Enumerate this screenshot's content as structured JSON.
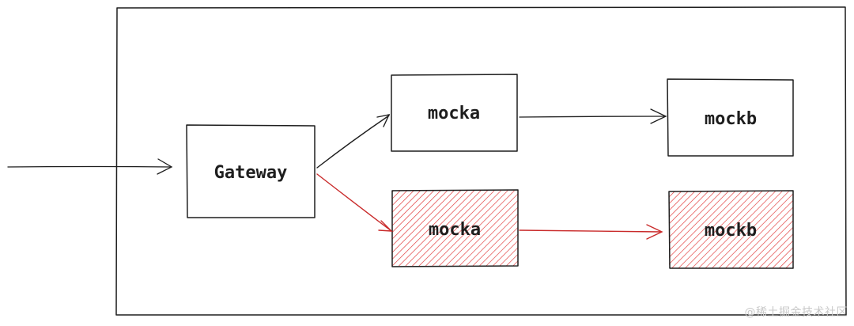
{
  "diagram": {
    "nodes": {
      "gateway": {
        "label": "Gateway"
      },
      "mocka_top": {
        "label": "mocka"
      },
      "mockb_top": {
        "label": "mockb"
      },
      "mocka_bottom": {
        "label": "mocka"
      },
      "mockb_bottom": {
        "label": "mockb"
      }
    },
    "colors": {
      "stroke": "#1e1e1e",
      "highlight_stroke": "#c92a2a",
      "highlight_fill": "#e03131"
    }
  },
  "watermark": "@稀土掘金技术社区"
}
